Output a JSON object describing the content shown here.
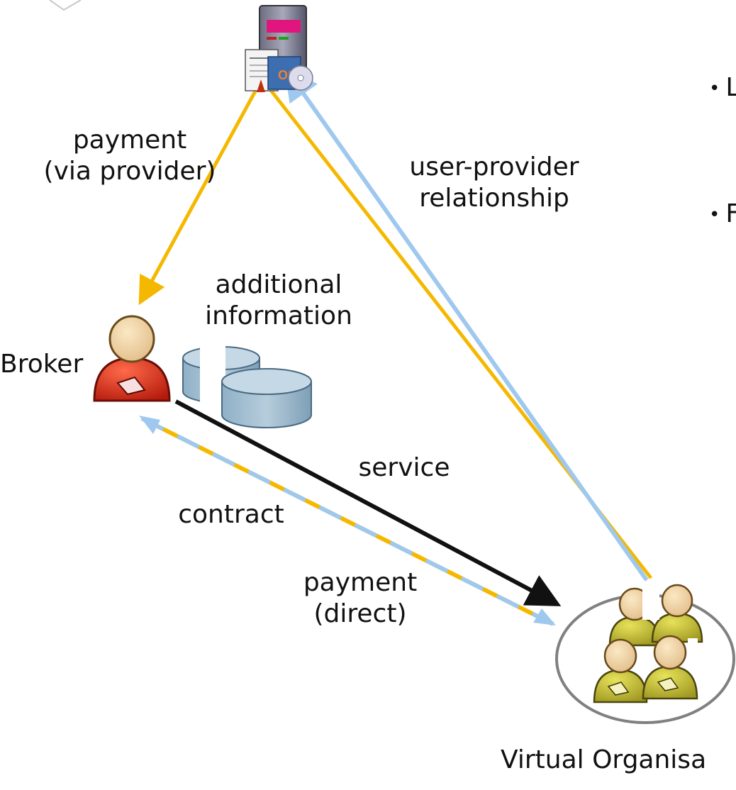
{
  "labels": {
    "payment_provider": [
      "payment",
      "(via provider)"
    ],
    "user_provider": [
      "user-provider",
      "relationship"
    ],
    "additional_info": [
      "additional",
      "information"
    ],
    "broker": "Broker",
    "service": "service",
    "contract": "contract",
    "payment_direct": [
      "payment",
      "(direct)"
    ],
    "virtual_org": "Virtual Organisa"
  },
  "bullets": [
    "L",
    "F"
  ],
  "icons": {
    "provider": "server-icon",
    "broker": "broker-person-icon",
    "database": "database-icon",
    "vo": "user-group-icon"
  },
  "colors": {
    "payment": "#f5b800",
    "relationship": "#9fc8ee",
    "service": "#111111",
    "broker": "#d8281a",
    "vo_member": "#c9c234",
    "database": "#a9c4d6",
    "vo_circle": "#808080"
  }
}
